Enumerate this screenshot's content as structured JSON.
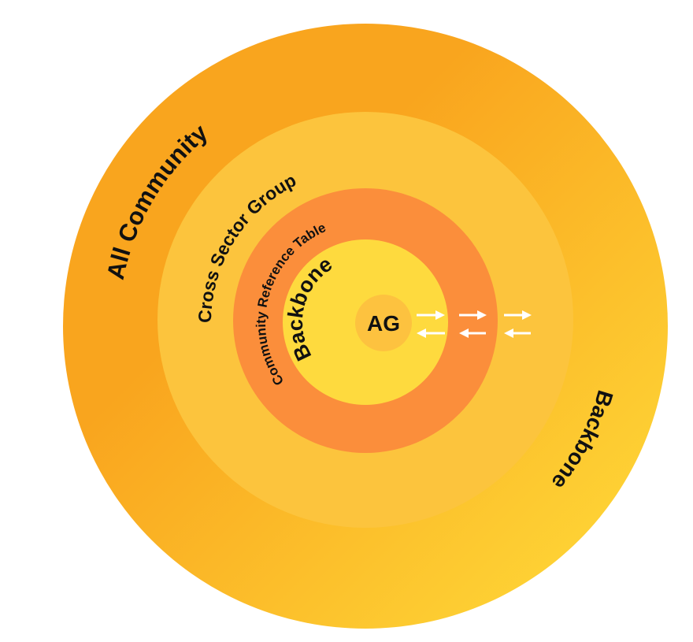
{
  "diagram": {
    "rings": [
      {
        "label": "All Community",
        "color": "#F9A51E"
      },
      {
        "label": "Cross Sector Group",
        "color": "#FCC43D"
      },
      {
        "label": "Community Reference Table",
        "color": "#FB8E3B"
      },
      {
        "label": "Backbone",
        "color": "#FEDA3E"
      }
    ],
    "outer_ring_secondary_label": "Backbone",
    "core": {
      "label": "AG",
      "color": "#FDC23F"
    },
    "gradient_end_color": "#FFDD3A",
    "arrow_color": "#FFFFFF"
  }
}
